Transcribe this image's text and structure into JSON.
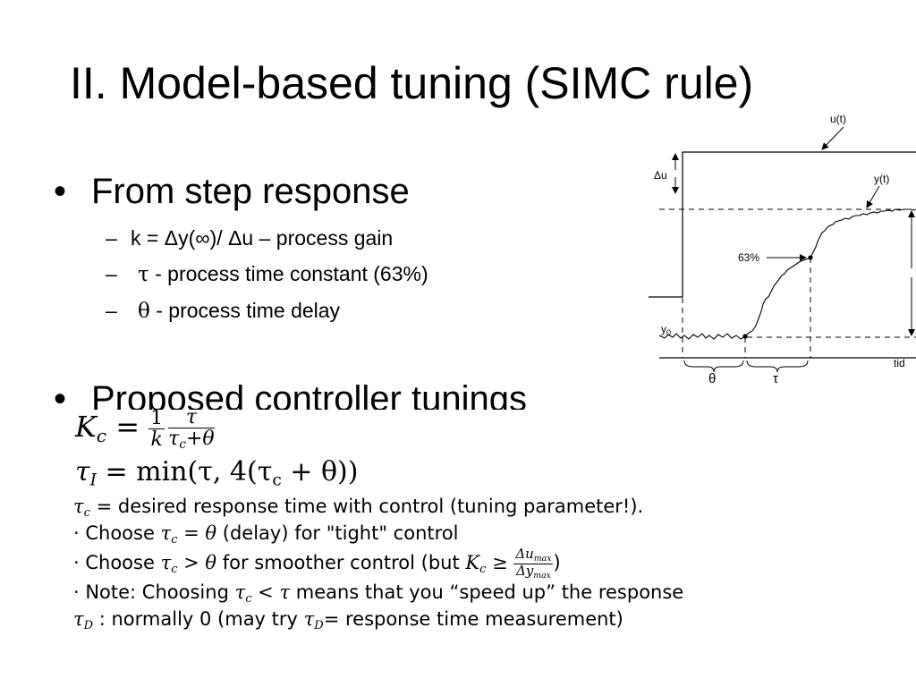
{
  "slide": {
    "title": "II. Model-based tuning (SIMC rule)",
    "bullet_char": "•",
    "bullet1": "From step response",
    "sub_dash": "–",
    "sub1": "k = Δy(∞)/ Δu – process gain",
    "sub2_symbol": "τ",
    "sub2_text": " - process time constant (63%)",
    "sub3_symbol": "θ",
    "sub3_text": " - process time delay",
    "bullet2": "Proposed controller tunings"
  },
  "figure": {
    "label_u": "u(t)",
    "label_du": "Δu",
    "label_y": "y(t)",
    "label_63": "63%",
    "label_y0": "y",
    "label_y0_sub": "0",
    "label_time": "tid",
    "label_theta": "θ",
    "label_tau": "τ"
  },
  "formulas": {
    "kc_lhs": "K",
    "kc_lhs_sub": "c",
    "kc_eq": " = ",
    "kc_frac1_num": "1",
    "kc_frac1_den": "k",
    "kc_frac2_num": "τ",
    "kc_frac2_den_a": "τ",
    "kc_frac2_den_sub": "c",
    "kc_frac2_den_b": "+θ",
    "ti_lhs": "τ",
    "ti_lhs_sub": "I",
    "ti_rhs_a": " = min(τ, 4(τ",
    "ti_rhs_sub": "c",
    "ti_rhs_b": " + θ))",
    "line1_sym": "τ",
    "line1_sub": "c",
    "line1_text": " = desired response time with control (tuning parameter!).",
    "line2_pre": "·   Choose ",
    "line2_math": "τ",
    "line2_sub": "c",
    "line2_math2": " = θ",
    "line2_post": " (delay) for \"tight\" control",
    "line3_pre": "·   Choose ",
    "line3_math": "τ",
    "line3_sub": "c",
    "line3_math2": " > θ",
    "line3_post": " for smoother control (but ",
    "line3_kc": "K",
    "line3_kc_sub": "c",
    "line3_ge": " ≥ ",
    "line3_num": "Δu",
    "line3_num_sub": "max",
    "line3_den": "Δy",
    "line3_den_sub": "max",
    "line3_close": ")",
    "line4_pre": "· Note: Choosing ",
    "line4_math": "τ",
    "line4_sub": "c",
    "line4_math2": " < τ",
    "line4_post": " means that you “speed up” the response",
    "line5_math": "τ",
    "line5_sub": "D",
    "line5_mid": " : normally 0 (may try ",
    "line5_math_b": "τ",
    "line5_sub_b": "D",
    "line5_post": "= response time measurement)"
  }
}
